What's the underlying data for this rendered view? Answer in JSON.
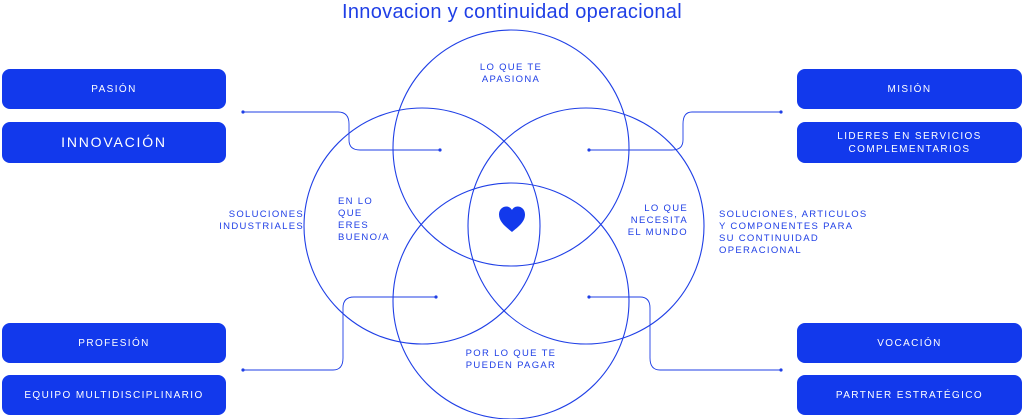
{
  "title": "Innovacion y continuidad operacional",
  "left_top": {
    "top_label": "PASIÓN",
    "bottom_label": "INNOVACIÓN"
  },
  "right_top": {
    "top_label": "MISIÓN",
    "bottom_label": "LIDERES EN SERVICIOS\nCOMPLEMENTARIOS"
  },
  "left_bottom": {
    "top_label": "PROFESIÓN",
    "bottom_label": "EQUIPO MULTIDISCIPLINARIO"
  },
  "right_bottom": {
    "top_label": "VOCACIÓN",
    "bottom_label": "PARTNER ESTRATÉGICO"
  },
  "circles": {
    "top": "LO QUE TE\nAPASIONA",
    "left": "EN LO\nQUE\nERES\nBUENO/A",
    "right": "LO QUE\nNECESITA\nEL MUNDO",
    "bottom": "POR LO QUE TE\nPUEDEN PAGAR"
  },
  "side_text": {
    "left": "SOLUCIONES\nINDUSTRIALES",
    "right": "SOLUCIONES, ARTICULOS\nY COMPONENTES PARA\nSU CONTINUIDAD\nOPERACIONAL"
  },
  "center_icon": "heart-icon",
  "colors": {
    "accent": "#1239ec",
    "text": "#1f3fe6",
    "background": "#ffffff"
  }
}
